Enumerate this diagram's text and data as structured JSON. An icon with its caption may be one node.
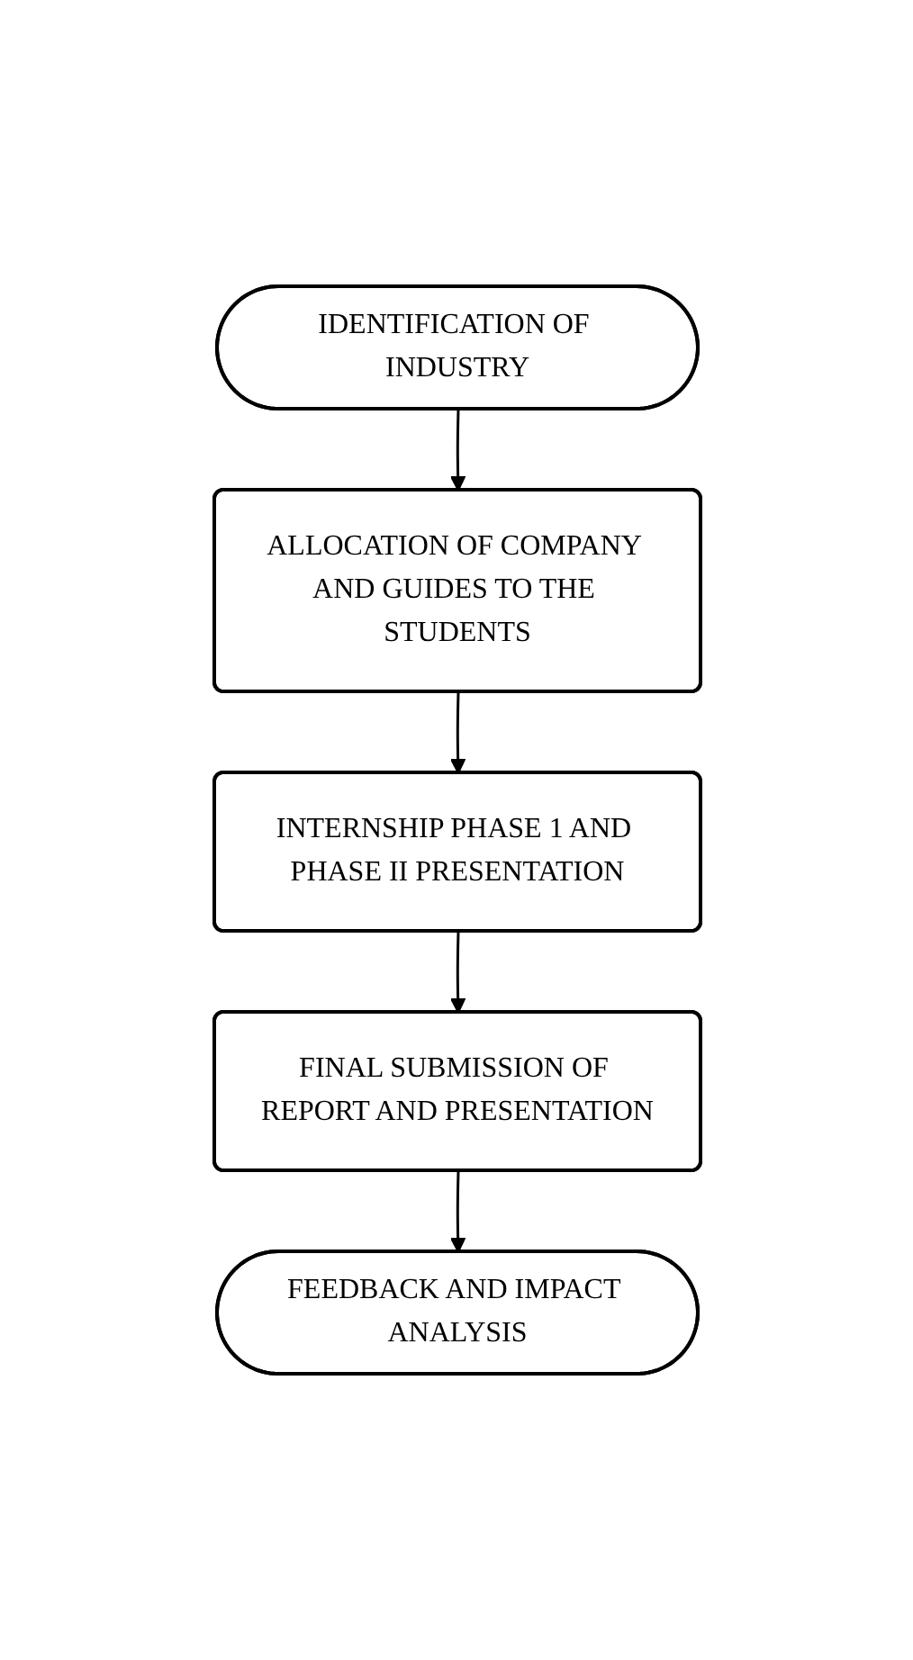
{
  "diagram": {
    "nodes": [
      {
        "text": [
          "IDENTIFICATION OF INDUSTRY"
        ]
      },
      {
        "text": [
          "ALLOCATION OF COMPANY AND GUIDES TO THE STUDENTS"
        ]
      },
      {
        "text": [
          "INTERNSHIP PHASE 1 AND PHASE II PRESENTATION"
        ]
      },
      {
        "text": [
          "FINAL SUBMISSION OF REPORT AND PRESENTATION"
        ]
      },
      {
        "text": [
          "FEEDBACK AND IMPACT ANALYSIS"
        ]
      }
    ],
    "edges": [
      {
        "from": 0,
        "to": 1,
        "arrow": "to"
      },
      {
        "from": 1,
        "to": 2,
        "arrow": "to"
      },
      {
        "from": 2,
        "to": 3,
        "arrow": "to"
      },
      {
        "from": 3,
        "to": 4,
        "arrow": "to"
      }
    ]
  }
}
